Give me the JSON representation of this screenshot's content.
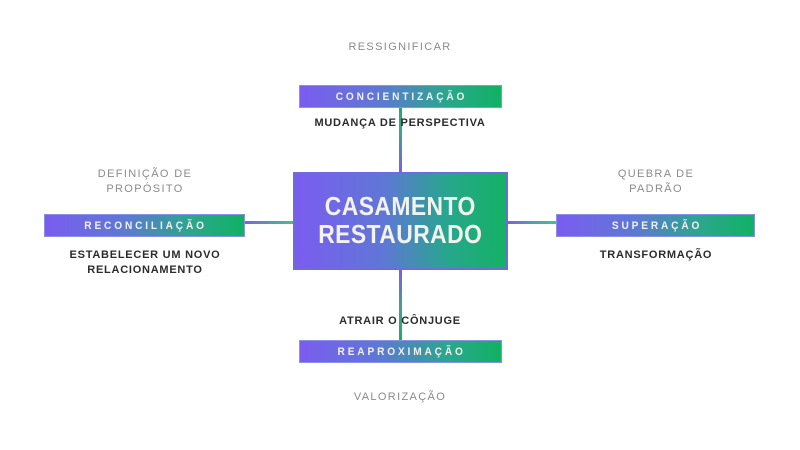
{
  "diagram": {
    "background_color": "#ffffff",
    "gradient_start": "#7b5cf0",
    "gradient_end": "#11b164",
    "center": {
      "label": "CASAMENTO\nRESTAURADO"
    },
    "branches": [
      {
        "id": "top",
        "bar_label": "CONCIENTIZAÇÃO",
        "outer_caption": "RESSIGNIFICAR",
        "inner_caption": "MUDANÇA DE PERSPECTIVA"
      },
      {
        "id": "left",
        "bar_label": "RECONCILIAÇÃO",
        "outer_caption": "DEFINIÇÃO DE\nPROPÓSITO",
        "inner_caption": "ESTABELECER UM NOVO\nRELACIONAMENTO"
      },
      {
        "id": "right",
        "bar_label": "SUPERAÇÃO",
        "outer_caption": "QUEBRA DE\nPADRÃO",
        "inner_caption": "TRANSFORMAÇÃO"
      },
      {
        "id": "bottom",
        "bar_label": "REAPROXIMAÇÃO",
        "outer_caption": "VALORIZAÇÃO",
        "inner_caption": "ATRAIR O CÔNJUGE"
      }
    ]
  }
}
